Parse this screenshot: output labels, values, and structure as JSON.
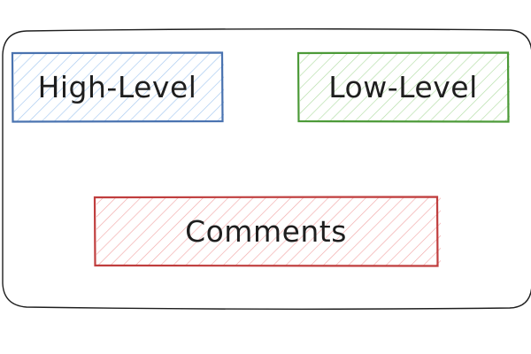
{
  "boxes": {
    "high_level": {
      "label": "High-Level",
      "stroke": "#4a73b0",
      "hatch": "#a5c8f0"
    },
    "low_level": {
      "label": "Low-Level",
      "stroke": "#4c9a38",
      "hatch": "#b2dda4"
    },
    "comments": {
      "label": "Comments",
      "stroke": "#c03e3e",
      "hatch": "#f2a8a8"
    }
  },
  "container": {
    "stroke": "#1e1e1e"
  }
}
